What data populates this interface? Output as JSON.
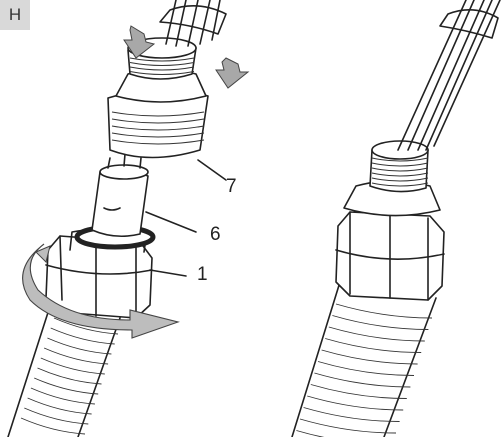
{
  "figure": {
    "step_label": "H",
    "callouts": {
      "nut": "1",
      "insert": "6",
      "gland": "7"
    }
  }
}
